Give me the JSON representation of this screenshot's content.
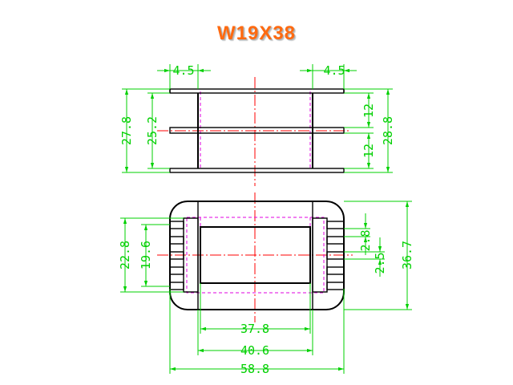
{
  "title": "W19X38",
  "colors": {
    "title": "#ff6a10",
    "dimension": "#00d000",
    "outline": "#000000",
    "center_line": "#ff0000",
    "hidden_line": "#e000e0"
  },
  "dims": {
    "top_flange_left": "4.5",
    "top_flange_right": "4.5",
    "overall_height_left": "27.8",
    "inner_height_left": "25.2",
    "slot_upper_right": "12",
    "slot_lower_right": "12",
    "overall_height_right": "28.8",
    "pin_span": "22.8",
    "pin_inner": "19.6",
    "pin_pitch": "2.8",
    "pin_width": "2.5",
    "body_height": "36.7",
    "window_width": "37.8",
    "flange_width": "40.6",
    "overall_width": "58.8"
  }
}
